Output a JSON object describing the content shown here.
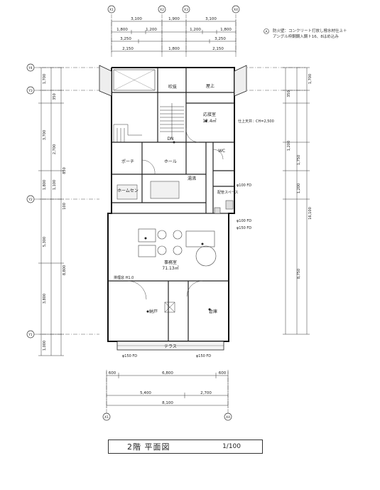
{
  "sheet_title": "2階 平面図",
  "scale": "1/100",
  "note": {
    "marker": "A",
    "line1": "防火壁：コンクリート打放し撥水材仕上＋",
    "line2": "アングル枠鋼鋼入鋼ト16、8はめ込み"
  },
  "grid_labels": {
    "x1": "X1",
    "x2": "X2",
    "x3": "X3",
    "x4": "X4",
    "y1": "Y1",
    "y2": "Y2",
    "y3": "Y3",
    "y4": "Y4"
  },
  "top_dims": {
    "a": "3,100",
    "b": "1,900",
    "c": "3,100",
    "d": "1,800",
    "e": "1,200",
    "f": "1,200",
    "g": "1,800",
    "h": "3,250",
    "i": "3,250",
    "j": "2,150",
    "k": "1,800",
    "l": "2,150"
  },
  "left_dims": {
    "a": "1,700",
    "b": "350",
    "c": "3,700",
    "d": "2,700",
    "e": "1,100",
    "f": "1,800",
    "g": "5,300",
    "h": "8,800",
    "i": "3,800",
    "j": "1,000",
    "k": "850",
    "l": "100"
  },
  "right_dims": {
    "a": "1,700",
    "b": "350",
    "c": "1,200",
    "d": "1,750",
    "e": "1,200",
    "f": "16,100",
    "g": "8,750"
  },
  "bottom_dims": {
    "a": "600",
    "b": "6,800",
    "c": "600",
    "d": "5,400",
    "e": "2,700",
    "f": "8,100"
  },
  "rooms": {
    "void": "吹抜",
    "roof": "屋上",
    "reception": "応接室",
    "reception_area": "12.4㎡",
    "ceiling": "仕上天井：CH=2,500",
    "wc": "WC",
    "porch": "ポーチ",
    "hall": "ホール",
    "storage": "ホームセン",
    "kitchen": "湯沸",
    "down": "DN",
    "office": "事務室",
    "office_area": "71.13㎡",
    "closet": "納戸",
    "balcony": "テラス",
    "store2": "倉庫"
  },
  "small_labels": {
    "fd1": "φ100 FD",
    "fd2": "φ100 FD",
    "fd3": "φ150 FD",
    "fd4": "φ150 FD",
    "fd5": "φ150 FD",
    "pipe": "配管スペース",
    "sash": "排煙窓 H1.0"
  }
}
